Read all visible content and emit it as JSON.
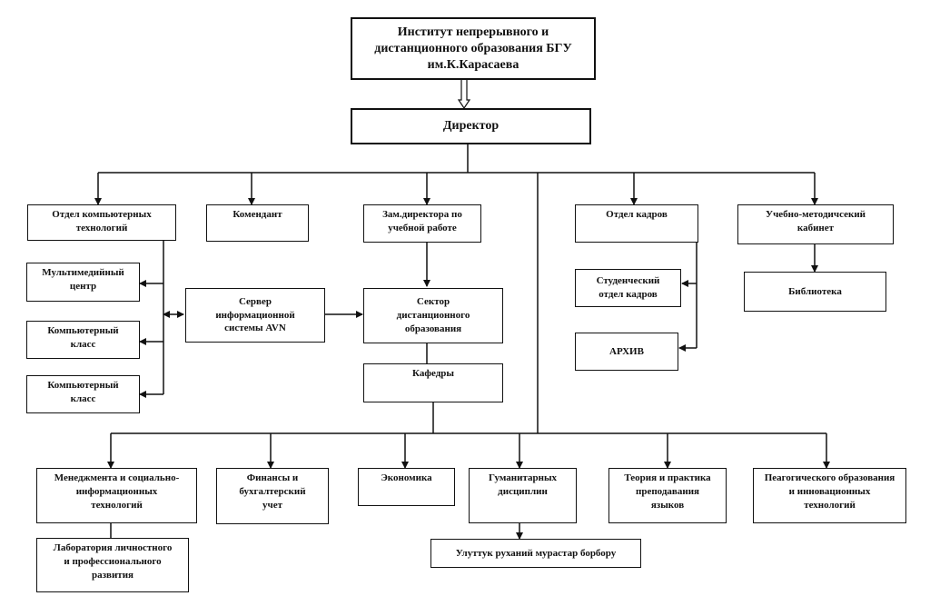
{
  "org_chart": {
    "institute": "Институт непрерывного и\nдистанционного образования БГУ\nим.К.Карасаева",
    "director": "Директор",
    "level1": {
      "computer_tech": "Отдел компьютерных\nтехнологий",
      "commandant": "Комендант",
      "deputy": "Зам.директора по\nучебной работе",
      "hr": "Отдел кадров",
      "methodical": "Учебно-методичсекий\nкабинет"
    },
    "computer_units": {
      "multimedia": "Мультимедийный\nцентр",
      "class1": "Компьютерный\nкласс",
      "class2": "Компьютерный\nкласс"
    },
    "server": "Сервер\nинформационной\nсистемы AVN",
    "distance_sector": "Сектор\nдистанционного\nобразования",
    "departments": "Кафедры",
    "student_hr": "Студенческий\nотдел кадров",
    "archive": "АРХИВ",
    "library": "Библиотека",
    "chairs": {
      "management": "Менеджмента и социально-\nинформационных\nтехнологий",
      "finance": "Финансы и\nбухгалтерский\nучет",
      "economics": "Экономика",
      "humanities": "Гуманитарных\nдисциплин",
      "languages": "Теория и практика\nпреподавания\nязыков",
      "pedagogy": "Пеагогического образования\nи инновационных\nтехнологий"
    },
    "lab": "Лаборатория личностного\nи профессионального\nразвития",
    "spiritual": "Улуттук руханий мурастар борбору"
  }
}
